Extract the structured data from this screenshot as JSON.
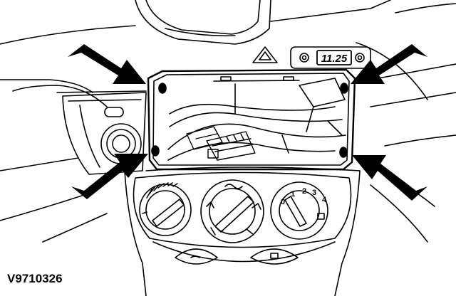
{
  "figure": {
    "reference_code": "V9710326",
    "clock_display": "11.25",
    "blower_dial_labels": [
      "0",
      "1",
      "2",
      "3",
      "4"
    ],
    "arrow_count": 4
  }
}
